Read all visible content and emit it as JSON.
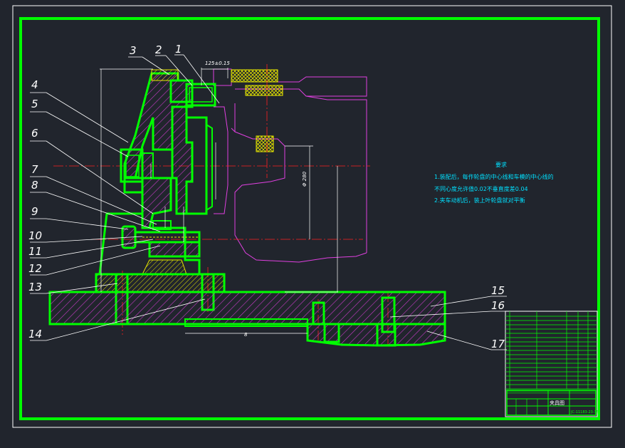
{
  "canvas": {
    "background": "#21252d"
  },
  "colors": {
    "border_outer": "#ffffff",
    "border_inner": "#00ff00",
    "part_outline": "#00ff00",
    "hatch": "#c83cc8",
    "workpiece": "#e040e0",
    "yellow_hatch": "#e6e600",
    "centerline": "#ff2020",
    "dim_line": "#ffffff",
    "note_text": "#00e0ff"
  },
  "part_labels": [
    "1",
    "2",
    "3",
    "4",
    "5",
    "6",
    "7",
    "8",
    "9",
    "10",
    "11",
    "12",
    "13",
    "14",
    "15",
    "16",
    "17"
  ],
  "dimensions": {
    "top": "125±0.15",
    "dia_280": "Φ 280",
    "bottom": "8"
  },
  "technical_requirements": {
    "title": "要求",
    "lines": [
      "1.装配后，每作轮盘的中心线和车模的中心线的",
      "不同心度允许值0.02不垂直度差0.04",
      "2.夹车动机后，装上叶轮盘就对平衡"
    ]
  },
  "title_block": {
    "name": "夹具图",
    "drawing_no": "JC-11183-23-35"
  }
}
